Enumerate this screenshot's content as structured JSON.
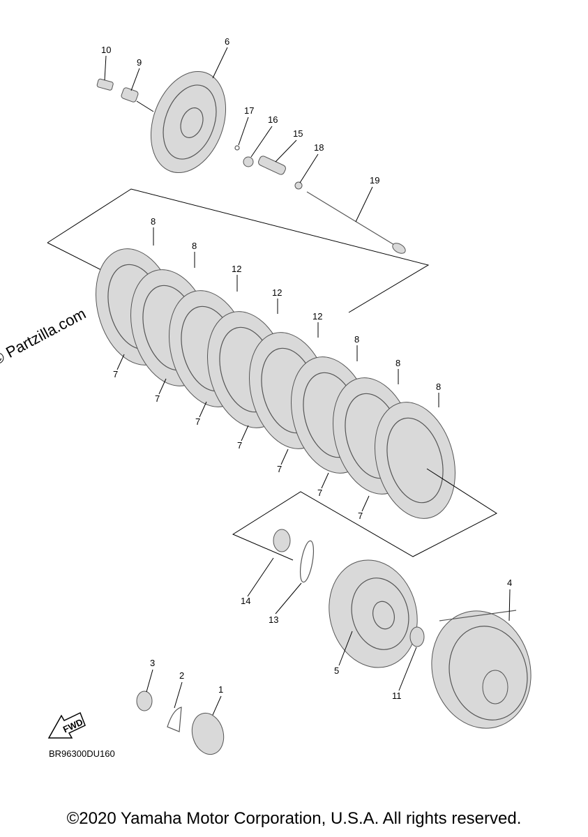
{
  "diagram": {
    "callouts": [
      "1",
      "2",
      "3",
      "4",
      "5",
      "6",
      "7",
      "8",
      "9",
      "10",
      "11",
      "12",
      "13",
      "14",
      "15",
      "16",
      "17",
      "18",
      "19"
    ],
    "plate_7_label": "7",
    "plate_8_label": "8",
    "plate_12_label": "12",
    "fwd_label": "FWD"
  },
  "watermark": "© Partzilla.com",
  "drawing_code": "BR96300DU160",
  "copyright": "©2020 Yamaha Motor Corporation, U.S.A. All rights reserved."
}
